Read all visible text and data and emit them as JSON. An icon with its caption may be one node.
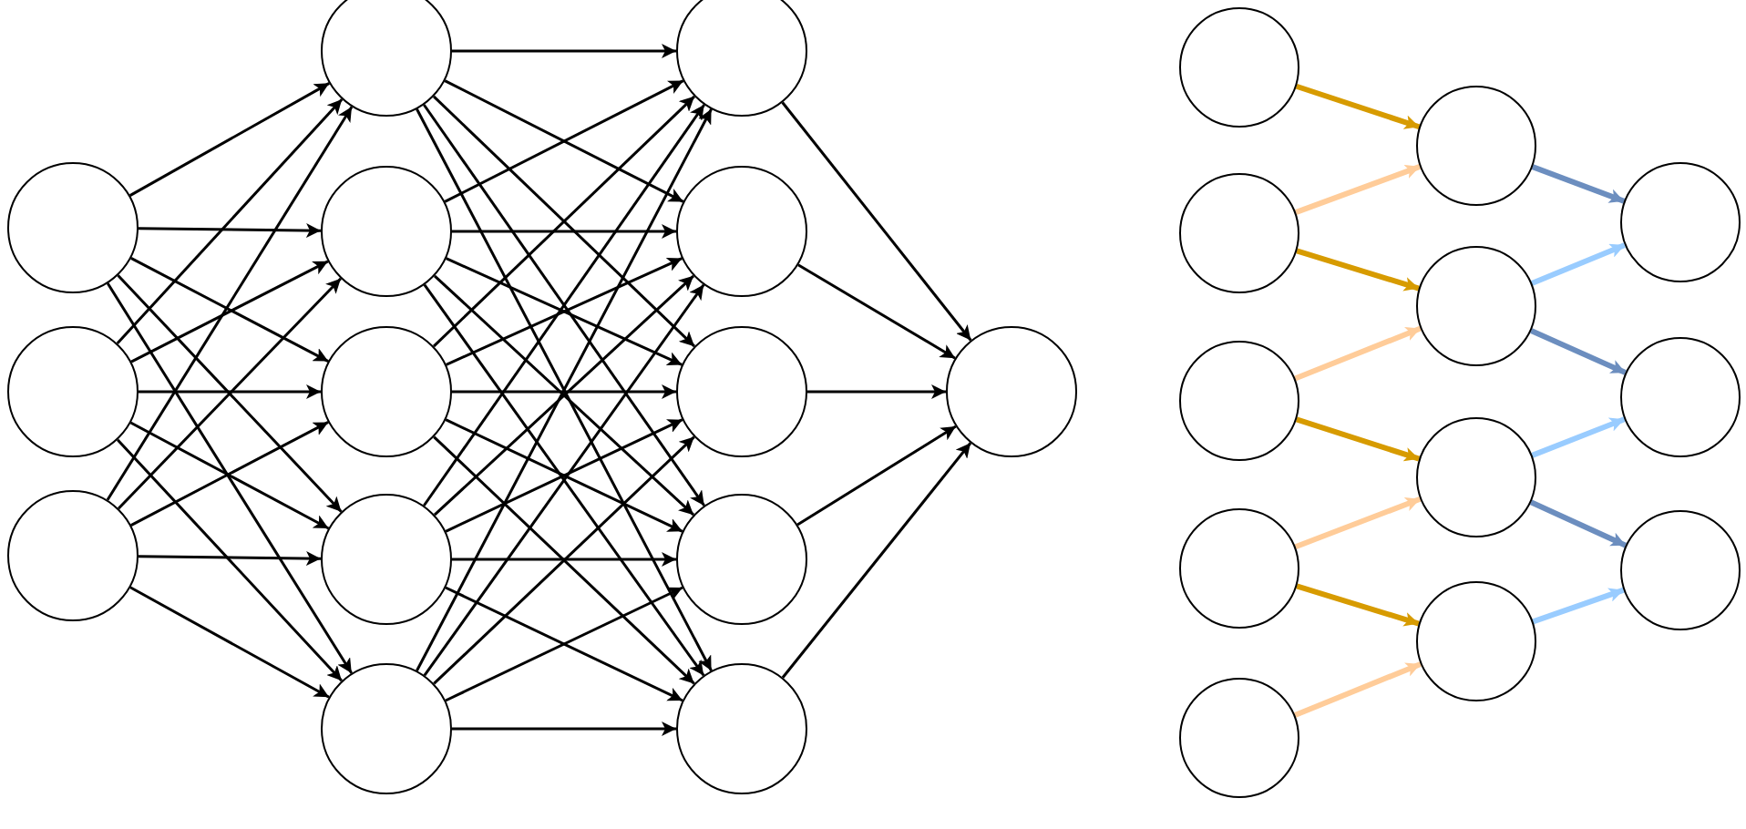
{
  "diagram": {
    "nodes": [
      {
        "text": [],
        "shape": "circle"
      },
      {
        "text": [],
        "shape": "circle"
      },
      {
        "text": [],
        "shape": "circle"
      },
      {
        "text": [],
        "shape": "circle"
      },
      {
        "text": [],
        "shape": "circle"
      },
      {
        "text": [],
        "shape": "circle"
      },
      {
        "text": [],
        "shape": "circle"
      },
      {
        "text": [],
        "shape": "circle"
      },
      {
        "text": [],
        "shape": "circle"
      },
      {
        "text": [],
        "shape": "circle"
      },
      {
        "text": [],
        "shape": "circle"
      },
      {
        "text": [],
        "shape": "circle"
      },
      {
        "text": [],
        "shape": "circle"
      },
      {
        "text": [],
        "shape": "circle"
      },
      {
        "text": [],
        "shape": "circle"
      },
      {
        "text": [],
        "shape": "circle"
      },
      {
        "text": [],
        "shape": "circle"
      },
      {
        "text": [],
        "shape": "circle"
      },
      {
        "text": [],
        "shape": "circle"
      },
      {
        "text": [],
        "shape": "circle"
      },
      {
        "text": [],
        "shape": "circle"
      },
      {
        "text": [],
        "shape": "circle"
      },
      {
        "text": [],
        "shape": "circle"
      },
      {
        "text": [],
        "shape": "circle"
      },
      {
        "text": [],
        "shape": "circle"
      },
      {
        "text": [],
        "shape": "circle"
      }
    ],
    "edges": [
      {
        "from": 0,
        "to": 3,
        "arrow": "to"
      },
      {
        "from": 0,
        "to": 4,
        "arrow": "to"
      },
      {
        "from": 0,
        "to": 5,
        "arrow": "to"
      },
      {
        "from": 0,
        "to": 6,
        "arrow": "to"
      },
      {
        "from": 0,
        "to": 7,
        "arrow": "to"
      },
      {
        "from": 1,
        "to": 3,
        "arrow": "to"
      },
      {
        "from": 1,
        "to": 4,
        "arrow": "to"
      },
      {
        "from": 1,
        "to": 5,
        "arrow": "to"
      },
      {
        "from": 1,
        "to": 6,
        "arrow": "to"
      },
      {
        "from": 1,
        "to": 7,
        "arrow": "to"
      },
      {
        "from": 2,
        "to": 3,
        "arrow": "to"
      },
      {
        "from": 2,
        "to": 4,
        "arrow": "to"
      },
      {
        "from": 2,
        "to": 5,
        "arrow": "to"
      },
      {
        "from": 2,
        "to": 6,
        "arrow": "to"
      },
      {
        "from": 2,
        "to": 7,
        "arrow": "to"
      },
      {
        "from": 3,
        "to": 8,
        "arrow": "to"
      },
      {
        "from": 3,
        "to": 9,
        "arrow": "to"
      },
      {
        "from": 3,
        "to": 10,
        "arrow": "to"
      },
      {
        "from": 3,
        "to": 11,
        "arrow": "to"
      },
      {
        "from": 3,
        "to": 12,
        "arrow": "to"
      },
      {
        "from": 4,
        "to": 8,
        "arrow": "to"
      },
      {
        "from": 4,
        "to": 9,
        "arrow": "to"
      },
      {
        "from": 4,
        "to": 10,
        "arrow": "to"
      },
      {
        "from": 4,
        "to": 11,
        "arrow": "to"
      },
      {
        "from": 4,
        "to": 12,
        "arrow": "to"
      },
      {
        "from": 5,
        "to": 8,
        "arrow": "to"
      },
      {
        "from": 5,
        "to": 9,
        "arrow": "to"
      },
      {
        "from": 5,
        "to": 10,
        "arrow": "to"
      },
      {
        "from": 5,
        "to": 11,
        "arrow": "to"
      },
      {
        "from": 5,
        "to": 12,
        "arrow": "to"
      },
      {
        "from": 6,
        "to": 8,
        "arrow": "to"
      },
      {
        "from": 6,
        "to": 9,
        "arrow": "to"
      },
      {
        "from": 6,
        "to": 10,
        "arrow": "to"
      },
      {
        "from": 6,
        "to": 11,
        "arrow": "to"
      },
      {
        "from": 6,
        "to": 12,
        "arrow": "to"
      },
      {
        "from": 7,
        "to": 8,
        "arrow": "to"
      },
      {
        "from": 7,
        "to": 9,
        "arrow": "to"
      },
      {
        "from": 7,
        "to": 10,
        "arrow": "to"
      },
      {
        "from": 7,
        "to": 11,
        "arrow": "to"
      },
      {
        "from": 7,
        "to": 12,
        "arrow": "to"
      },
      {
        "from": 8,
        "to": 13,
        "arrow": "to"
      },
      {
        "from": 9,
        "to": 13,
        "arrow": "to"
      },
      {
        "from": 10,
        "to": 13,
        "arrow": "to"
      },
      {
        "from": 11,
        "to": 13,
        "arrow": "to"
      },
      {
        "from": 12,
        "to": 13,
        "arrow": "to"
      },
      {
        "from": 14,
        "to": 19,
        "arrow": "to",
        "style": "thick",
        "color": "#d79b00"
      },
      {
        "from": 15,
        "to": 19,
        "arrow": "to",
        "style": "thick",
        "color": "#ffcc99"
      },
      {
        "from": 15,
        "to": 20,
        "arrow": "to",
        "style": "thick",
        "color": "#d79b00"
      },
      {
        "from": 16,
        "to": 20,
        "arrow": "to",
        "style": "thick",
        "color": "#ffcc99"
      },
      {
        "from": 16,
        "to": 21,
        "arrow": "to",
        "style": "thick",
        "color": "#d79b00"
      },
      {
        "from": 17,
        "to": 21,
        "arrow": "to",
        "style": "thick",
        "color": "#ffcc99"
      },
      {
        "from": 17,
        "to": 22,
        "arrow": "to",
        "style": "thick",
        "color": "#d79b00"
      },
      {
        "from": 18,
        "to": 22,
        "arrow": "to",
        "style": "thick",
        "color": "#ffcc99"
      },
      {
        "from": 19,
        "to": 23,
        "arrow": "to",
        "style": "thick",
        "color": "#6c8ebf"
      },
      {
        "from": 20,
        "to": 23,
        "arrow": "to",
        "style": "thick",
        "color": "#99ccff"
      },
      {
        "from": 20,
        "to": 24,
        "arrow": "to",
        "style": "thick",
        "color": "#6c8ebf"
      },
      {
        "from": 21,
        "to": 24,
        "arrow": "to",
        "style": "thick",
        "color": "#99ccff"
      },
      {
        "from": 21,
        "to": 25,
        "arrow": "to",
        "style": "thick",
        "color": "#6c8ebf"
      },
      {
        "from": 22,
        "to": 25,
        "arrow": "to",
        "style": "thick",
        "color": "#99ccff"
      }
    ]
  }
}
